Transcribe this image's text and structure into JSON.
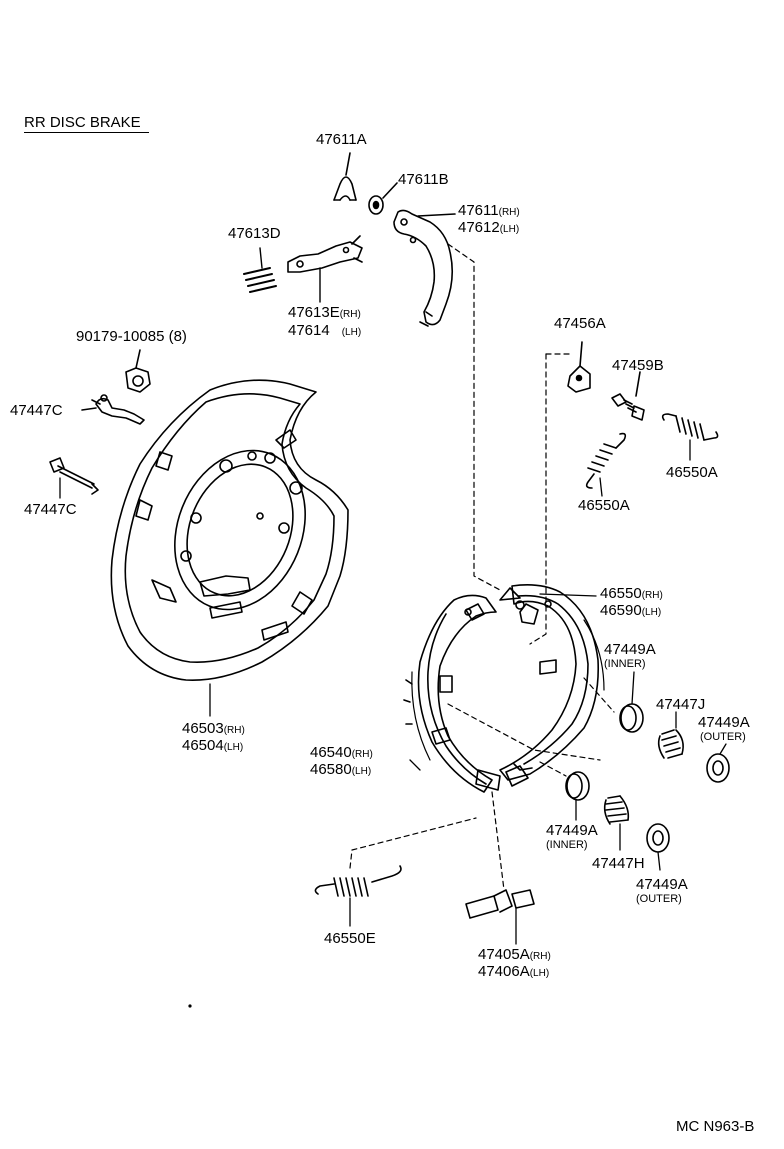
{
  "title": "RR DISC BRAKE",
  "diagram_code": "MC N963-B",
  "labels": {
    "p47611A": "47611A",
    "p47611B": "47611B",
    "p47611": "47611",
    "p47612": "47612",
    "p47613D": "47613D",
    "p47613E": "47613E",
    "p47614": "47614",
    "p90179": "90179-10085 (8)",
    "p47447C_1": "47447C",
    "p47447C_2": "47447C",
    "p47456A": "47456A",
    "p47459B": "47459B",
    "p46550A_1": "46550A",
    "p46550A_2": "46550A",
    "p46550": "46550",
    "p46590": "46590",
    "p47449A_inner_1": "47449A",
    "p47447J": "47447J",
    "p47449A_outer_1": "47449A",
    "p46503": "46503",
    "p46504": "46504",
    "p46540": "46540",
    "p46580": "46580",
    "p47449A_inner_2": "47449A",
    "p47447H": "47447H",
    "p47449A_outer_2": "47449A",
    "p46550E": "46550E",
    "p47405A": "47405A",
    "p47406A": "47406A"
  },
  "suffix": {
    "rh": "(RH)",
    "lh": "(LH)",
    "lh_spaced": "(LH)",
    "inner": "(INNER)",
    "outer": "(OUTER)"
  }
}
